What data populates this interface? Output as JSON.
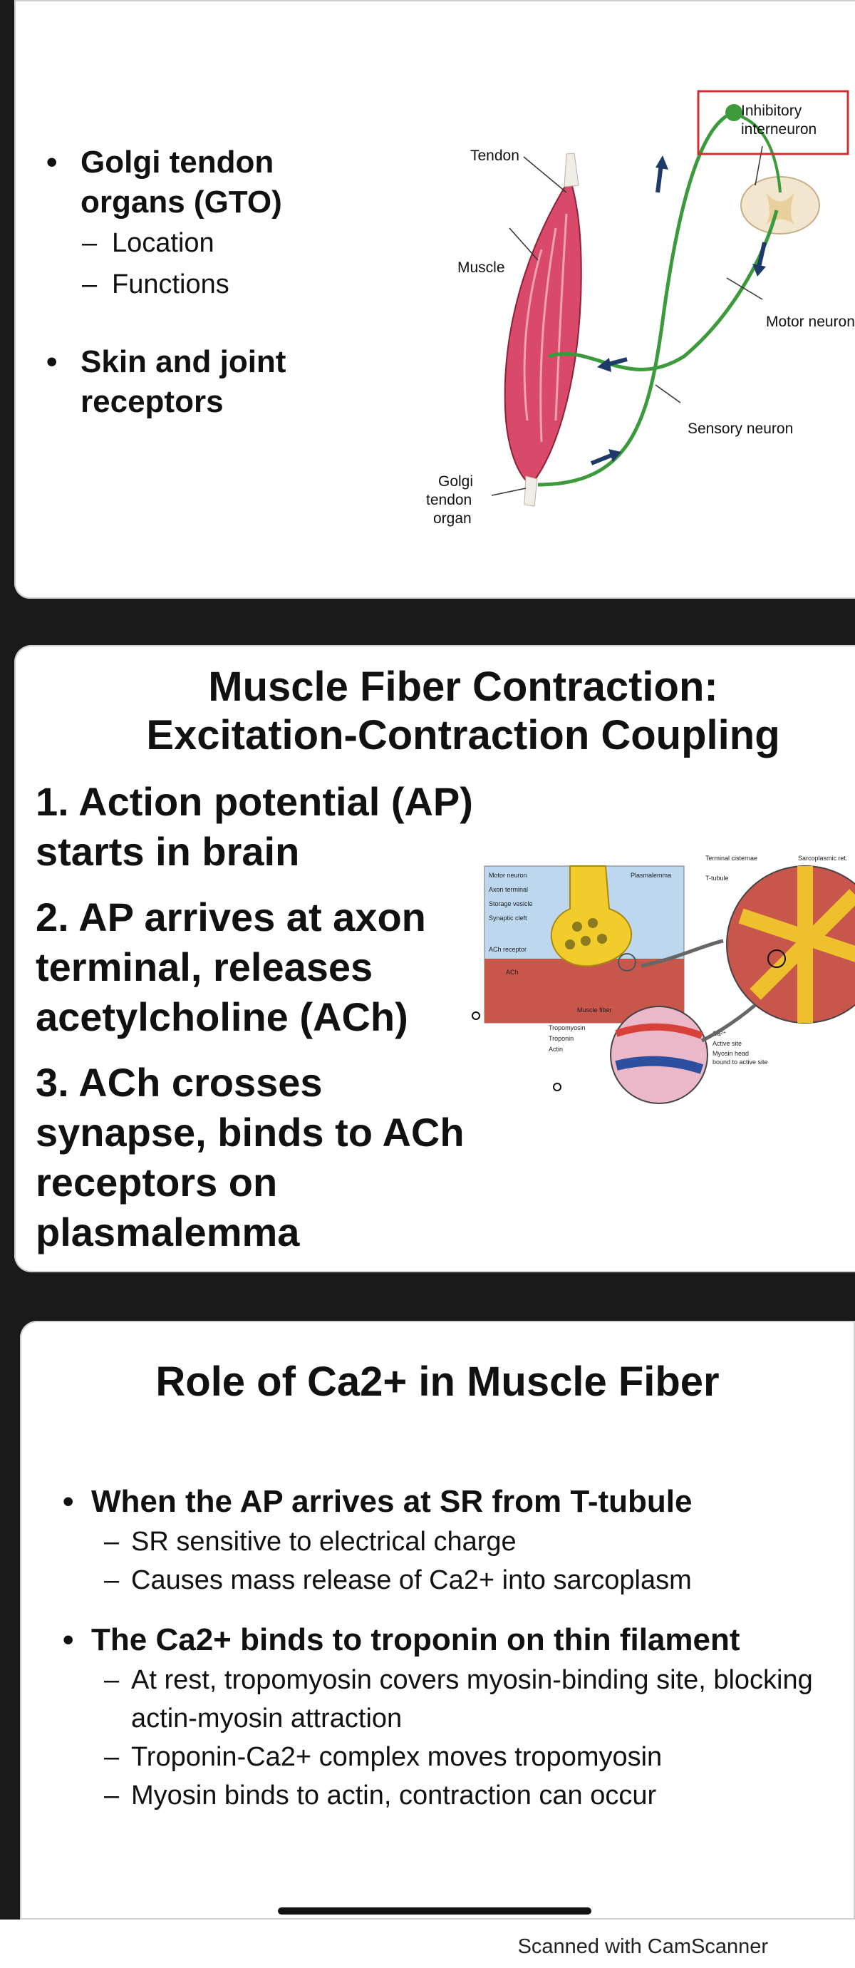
{
  "slide1": {
    "bullets": [
      {
        "text": "Golgi tendon organs (GTO)",
        "sub": [
          "Location",
          "Functions"
        ]
      },
      {
        "text": "Skin and joint receptors",
        "sub": []
      }
    ],
    "diagram_labels": {
      "tendon": "Tendon",
      "muscle": "Muscle",
      "gto_line1": "Golgi",
      "gto_line2": "tendon",
      "gto_line3": "organ",
      "inhibitory_line1": "Inhibitory",
      "inhibitory_line2": "interneuron",
      "motor_neuron": "Motor neuron",
      "sensory_neuron": "Sensory neuron"
    }
  },
  "slide2": {
    "title_line1": "Muscle Fiber Contraction:",
    "title_line2": "Excitation-Contraction Coupling",
    "items": [
      "1. Action potential (AP) starts in brain",
      "2. AP arrives at axon terminal, releases acetylcholine (ACh)",
      "3. ACh crosses synapse, binds to ACh receptors on plasmalemma"
    ],
    "diagram_labels": {
      "motor_neuron": "Motor neuron",
      "axon_terminal": "Axon terminal",
      "storage_vesicle": "Storage vesicle",
      "synaptic_cleft": "Synaptic cleft",
      "ach_receptor": "ACh receptor",
      "ach": "ACh",
      "muscle_fiber": "Muscle fiber",
      "plasmalemma": "Plasmalemma",
      "terminal_cisternae": "Terminal cisternae",
      "sarcoplasmic": "Sarcoplasmic ret.",
      "t_tubule": "T-tubule",
      "tropomyosin": "Tropomyosin",
      "troponin": "Troponin",
      "actin": "Actin",
      "ca": "Ca²⁺",
      "active_site": "Active site",
      "myosin_head1": "Myosin head",
      "myosin_head2": "bound to active site"
    }
  },
  "slide3": {
    "title": "Role of Ca2+ in Muscle Fiber",
    "bullets": [
      {
        "text": "When the AP arrives at SR from T-tubule",
        "sub": [
          "SR sensitive to electrical charge",
          "Causes mass release of Ca2+ into sarcoplasm"
        ]
      },
      {
        "text": "The Ca2+ binds to troponin on thin filament",
        "sub": [
          "At rest, tropomyosin covers myosin-binding site, blocking actin-myosin attraction",
          "Troponin-Ca2+ complex moves tropomyosin",
          "Myosin binds to actin, contraction can occur"
        ]
      }
    ]
  },
  "footer": {
    "watermark": "Scanned with CamScanner"
  },
  "colors": {
    "muscle": "#d94a6a",
    "nerve": "#3c9a3c",
    "highlight_box": "#d23030",
    "arrow": "#1d3a6b"
  }
}
